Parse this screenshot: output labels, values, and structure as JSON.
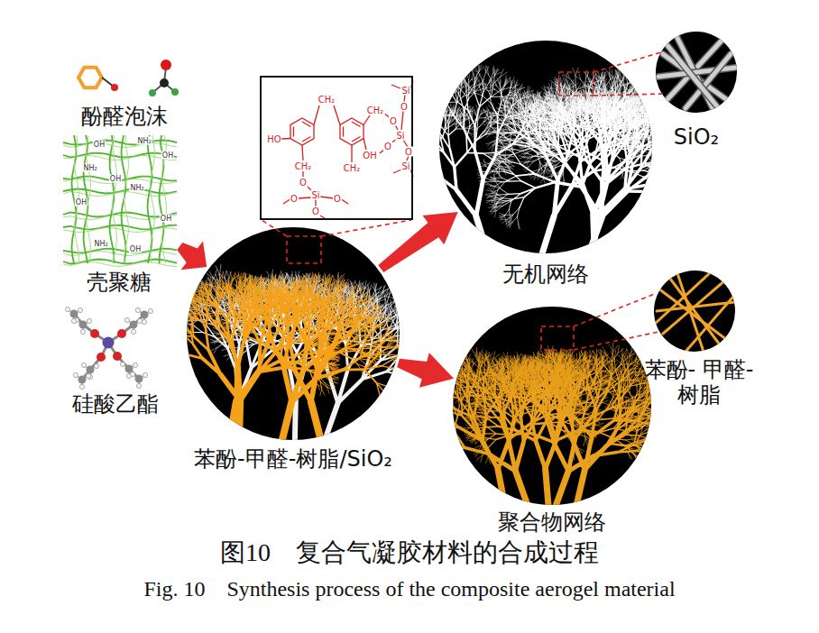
{
  "diagram": {
    "caption": "图10　复合气凝胶材料的合成过程",
    "nodes": [
      {
        "text": [
          "酚醛泡沫"
        ]
      },
      {
        "text": [
          "壳聚糖"
        ]
      },
      {
        "text": [
          "硅酸乙酯"
        ]
      },
      {
        "text": [
          "苯酚-甲醛-树脂/SiO₂"
        ]
      },
      {
        "text": [
          "HO",
          "CH₂",
          "OH",
          "CH₂",
          "CH₂",
          "CH₂",
          "O",
          "Si",
          "O",
          "O",
          "Si",
          "O",
          "Si",
          "O",
          "Si",
          "O",
          "O",
          "O"
        ]
      },
      {
        "text": [
          "无机网络"
        ]
      },
      {
        "text": [
          "SiO₂"
        ]
      },
      {
        "text": [
          "聚合物网络"
        ]
      },
      {
        "text": [
          "苯酚- 甲醛-树脂"
        ]
      }
    ],
    "edges": [
      {
        "from": 1,
        "to": 3,
        "arrow": "to"
      },
      {
        "from": 3,
        "to": 5,
        "arrow": "to"
      },
      {
        "from": 3,
        "to": 7,
        "arrow": "to"
      }
    ],
    "labels": [
      "OH",
      "NH₂",
      "OH",
      "NH₂",
      "OH",
      "OH",
      "NH₂",
      "OH",
      "NH₂",
      "OH",
      "Fig. 10　Synthesis process of the composite aerogel material"
    ]
  }
}
